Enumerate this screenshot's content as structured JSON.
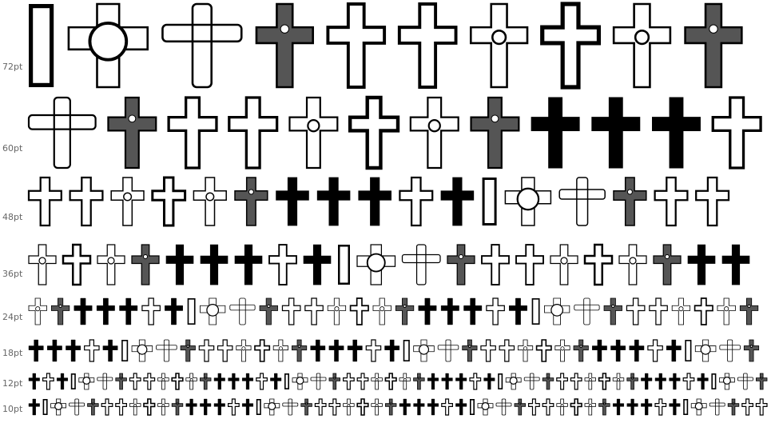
{
  "rows": [
    {
      "label": "72pt"
    },
    {
      "label": "60pt"
    },
    {
      "label": "48pt"
    },
    {
      "label": "36pt"
    },
    {
      "label": "24pt"
    },
    {
      "label": "18pt"
    },
    {
      "label": "12pt"
    },
    {
      "label": "10pt"
    }
  ],
  "colors": {
    "glyph": "#000000",
    "label": "#666666",
    "background": "#ffffff"
  }
}
